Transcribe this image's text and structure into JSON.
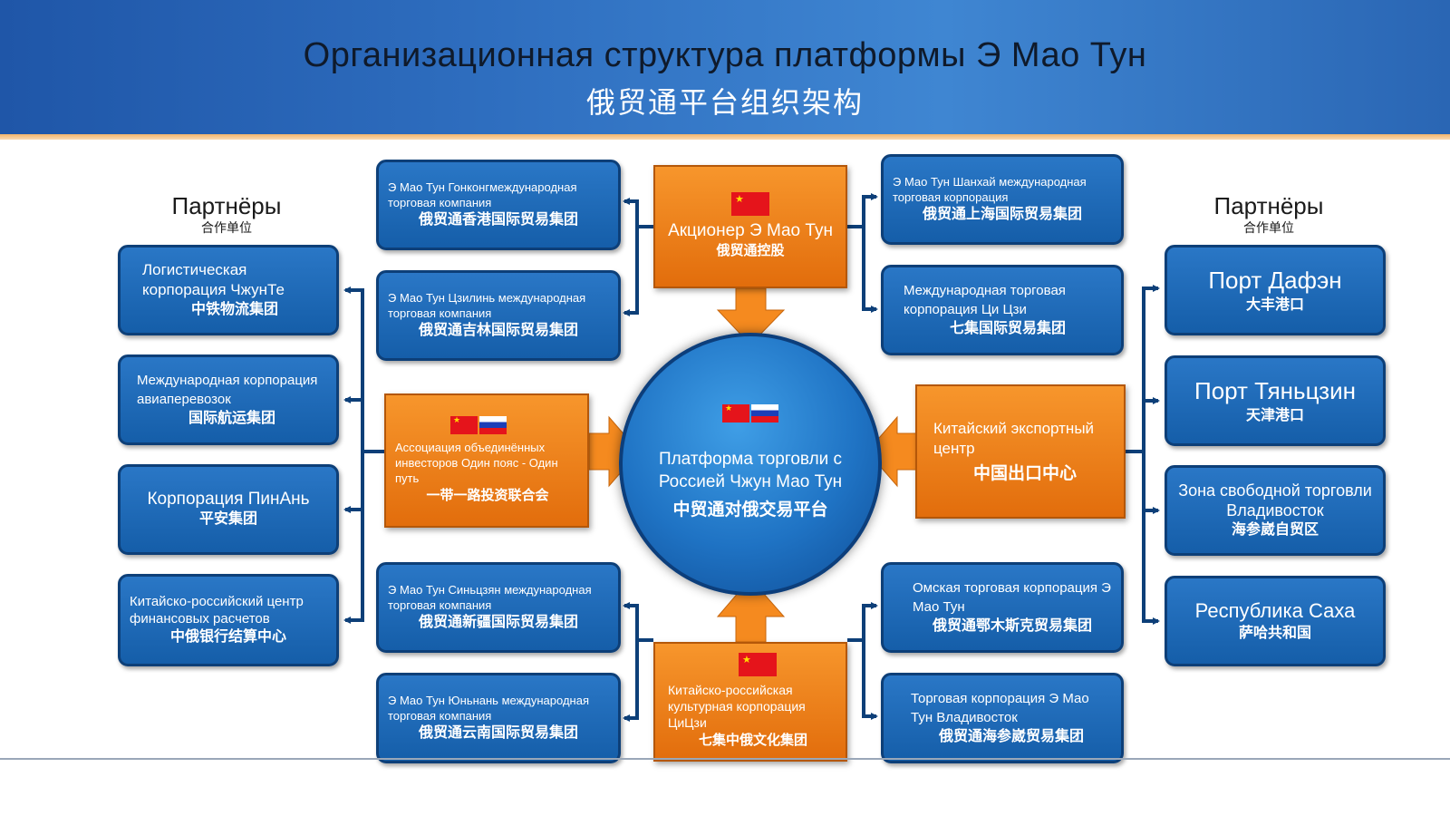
{
  "header": {
    "title_ru": "Организационная структура платформы Э Мао Тун",
    "title_cn": "俄贸通平台组织架构"
  },
  "partners_left": {
    "title": "Партнёры",
    "subtitle": "合作单位"
  },
  "partners_right": {
    "title": "Партнёры",
    "subtitle": "合作单位"
  },
  "left_partners": [
    {
      "ru": "Логистическая корпорация ЧжунТе",
      "cn": "中铁物流集团"
    },
    {
      "ru": "Международная корпорация авиаперевозок",
      "cn": "国际航运集团"
    },
    {
      "ru": "Корпорация ПинАнь",
      "cn": "平安集团"
    },
    {
      "ru": "Китайско-российский центр финансовых расчетов",
      "cn": "中俄银行结算中心"
    }
  ],
  "right_partners": [
    {
      "ru": "Порт Дафэн",
      "cn": "大丰港口"
    },
    {
      "ru": "Порт Тяньцзин",
      "cn": "天津港口"
    },
    {
      "ru": "Зона свободной торговли Владивосток",
      "cn": "海参崴自贸区"
    },
    {
      "ru": "Республика Саха",
      "cn": "萨哈共和国"
    }
  ],
  "subsidiaries_left": [
    {
      "ru": "Э Мао Тун Гонконгмеждународная торговая компания",
      "cn": "俄贸通香港国际贸易集团"
    },
    {
      "ru": "Э Мао Тун Цзилинь международная торговая компания",
      "cn": "俄贸通吉林国际贸易集团"
    },
    {
      "ru": "Э Мао Тун Синьцзян международная торговая компания",
      "cn": "俄贸通新疆国际贸易集团"
    },
    {
      "ru": "Э Мао Тун Юньнань международная торговая компания",
      "cn": "俄贸通云南国际贸易集团"
    }
  ],
  "subsidiaries_right": [
    {
      "ru": "Э Мао Тун Шанхай международная торговая корпорация",
      "cn": "俄贸通上海国际贸易集团"
    },
    {
      "ru": "Международная торговая корпорация Ци Цзи",
      "cn": "七集国际贸易集团"
    },
    {
      "ru": "Омская торговая корпорация Э Мао Тун",
      "cn": "俄贸通鄂木斯克贸易集团"
    },
    {
      "ru": "Торговая корпорация Э Мао Тун Владивосток",
      "cn": "俄贸通海参崴贸易集团"
    }
  ],
  "shareholder": {
    "ru": "Акционер Э Мао Тун",
    "cn": "俄贸通控股"
  },
  "association": {
    "ru": "Ассоциация объединённых инвесторов Один пояс - Один путь",
    "cn": "一带一路投资联合会"
  },
  "export_center": {
    "ru": "Китайский экспортный центр",
    "cn": "中国出口中心"
  },
  "cultural": {
    "ru": "Китайско-российская культурная корпорация ЦиЦзи",
    "cn": "七集中俄文化集团"
  },
  "center": {
    "ru": "Платформа торговли с Россией Чжун Мао Тун",
    "cn": "中贸通对俄交易平台"
  },
  "colors": {
    "box_blue": "#1b67b5",
    "box_border": "#0d3f78",
    "orange": "#f28a1e",
    "header_blue": "#2a66b4"
  }
}
